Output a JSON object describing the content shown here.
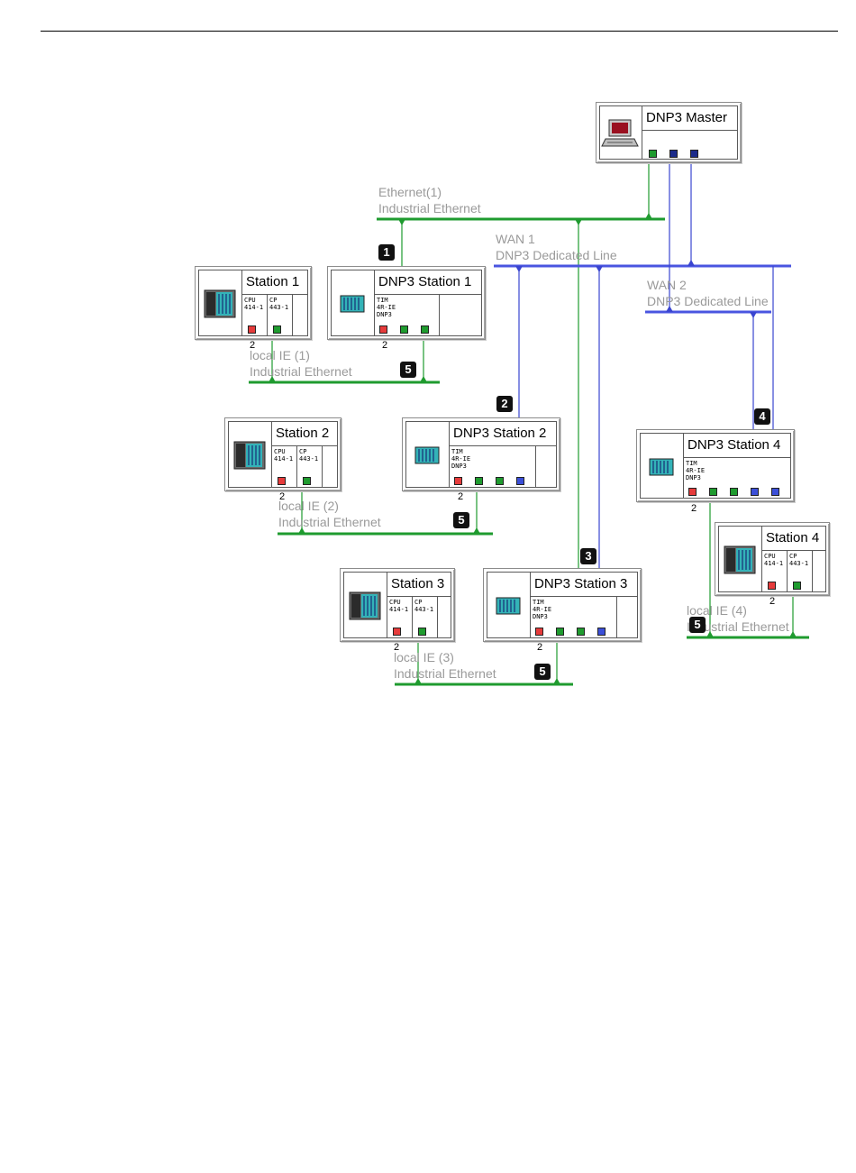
{
  "master": {
    "title": "DNP3 Master"
  },
  "stations": {
    "s1": {
      "title": "Station 1",
      "slot1": "CPU\n414-1",
      "slot2": "CP\n443-1",
      "number": "2"
    },
    "s2": {
      "title": "Station 2",
      "slot1": "CPU\n414-1",
      "slot2": "CP\n443-1",
      "number": "2"
    },
    "s3": {
      "title": "Station 3",
      "slot1": "CPU\n414-1",
      "slot2": "CP\n443-1",
      "number": "2"
    },
    "s4": {
      "title": "Station 4",
      "slot1": "CPU\n414-1",
      "slot2": "CP\n443-1",
      "number": "2"
    }
  },
  "dnp_stations": {
    "d1": {
      "title": "DNP3 Station 1",
      "slot": "TIM\n4R-IE\nDNP3",
      "number": "2"
    },
    "d2": {
      "title": "DNP3 Station 2",
      "slot": "TIM\n4R-IE\nDNP3",
      "number": "2"
    },
    "d3": {
      "title": "DNP3 Station 3",
      "slot": "TIM\n4R-IE\nDNP3",
      "number": "2"
    },
    "d4": {
      "title": "DNP3 Station 4",
      "slot": "TIM\n4R-IE\nDNP3",
      "number": "2"
    }
  },
  "networks": {
    "ethernet1": {
      "name": "Ethernet(1)",
      "type": "Industrial Ethernet"
    },
    "wan1": {
      "name": "WAN 1",
      "type": "DNP3 Dedicated Line"
    },
    "wan2": {
      "name": "WAN 2",
      "type": "DNP3 Dedicated Line"
    },
    "local1": {
      "name": "local IE (1)",
      "type": "Industrial Ethernet"
    },
    "local2": {
      "name": "local IE (2)",
      "type": "Industrial Ethernet"
    },
    "local3": {
      "name": "local IE (3)",
      "type": "Industrial Ethernet"
    },
    "local4": {
      "name": "local IE (4)",
      "type": "Industrial Ethernet"
    }
  },
  "markers": {
    "m1": "1",
    "m2": "2",
    "m3": "3",
    "m4": "4",
    "m5a": "5",
    "m5b": "5",
    "m5c": "5",
    "m5d": "5"
  },
  "colors": {
    "ethernet": "#1f9b2f",
    "wan": "#4a55e0",
    "label": "#9a9a9a"
  },
  "icons": {
    "master": "pc-icon",
    "station": "plc-rack-icon",
    "dnp": "tim-module-icon"
  }
}
